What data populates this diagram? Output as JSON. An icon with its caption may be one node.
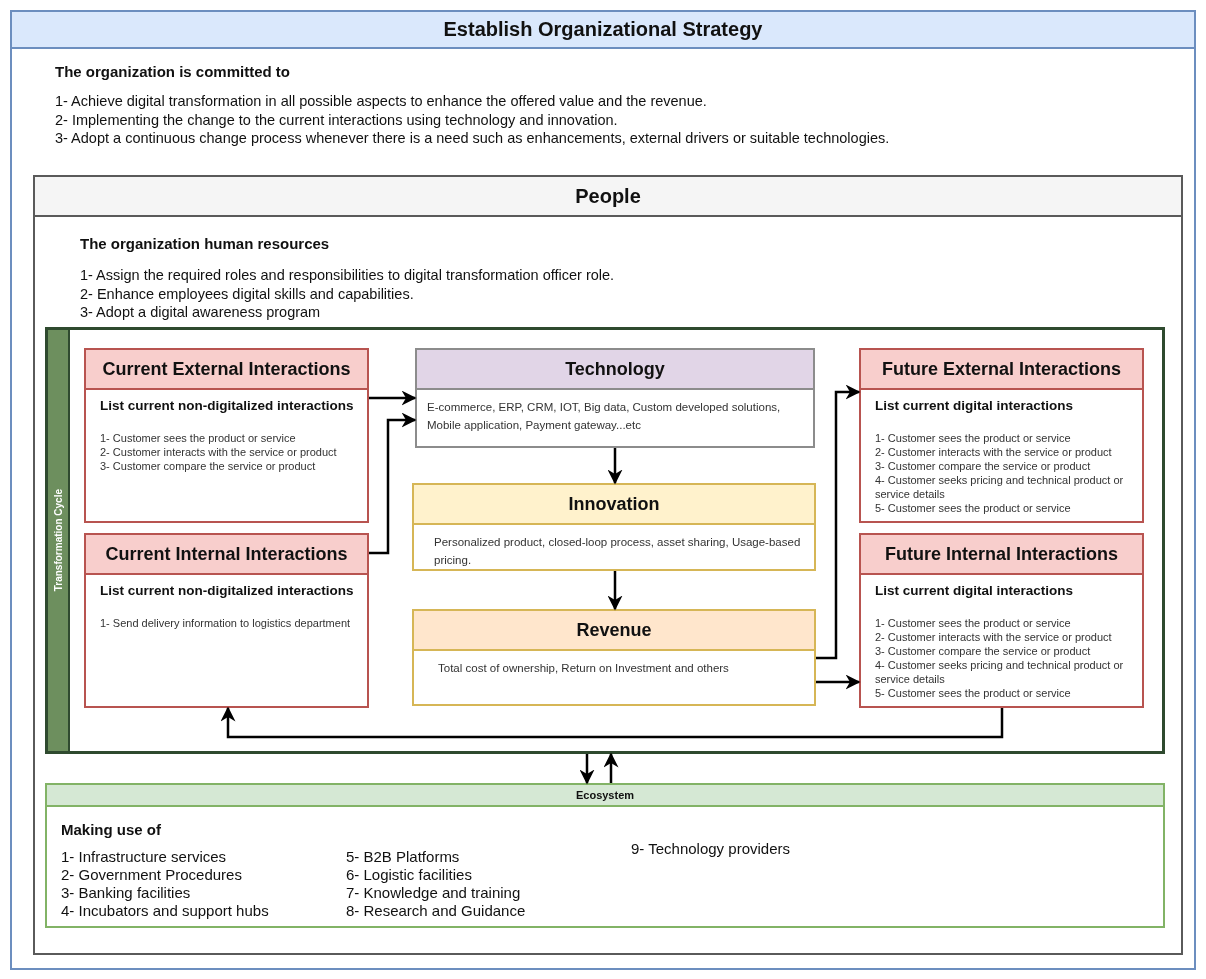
{
  "diagram": {
    "nodes": [
      {
        "text": [
          "Establish Organizational Strategy",
          "The organization is committed to",
          "1- Achieve digital transformation in all possible aspects to enhance the offered value and the revenue.",
          "2- Implementing the change to the current interactions using technology and innovation.",
          "3- Adopt a continuous change process whenever there is a need such as enhancements, external drivers or suitable technologies."
        ]
      },
      {
        "text": [
          "People",
          "The organization human resources",
          "1- Assign the required roles and responsibilities to digital transformation officer role.",
          "2- Enhance employees digital skills and capabilities.",
          "3- Adopt a digital awareness program"
        ],
        "in": 0
      },
      {
        "text": [
          "Transformation Cycle"
        ],
        "in": 1
      },
      {
        "text": [
          "Current External Interactions",
          "List current non-digitalized interactions",
          "1- Customer sees the product or service",
          "2- Customer interacts with the service or product",
          "3- Customer compare the service or product"
        ],
        "in": 2
      },
      {
        "text": [
          "Current Internal Interactions",
          "List current non-digitalized interactions",
          "1- Send delivery information to logistics department"
        ],
        "in": 2
      },
      {
        "text": [
          "Technology",
          "E-commerce, ERP, CRM, IOT, Big data, Custom developed solutions, Mobile application, Payment gateway...etc"
        ],
        "in": 2
      },
      {
        "text": [
          "Innovation",
          "Personalized product, closed-loop process, asset sharing, Usage-based pricing."
        ],
        "in": 2
      },
      {
        "text": [
          "Revenue",
          "Total cost of ownership, Return on Investment and others"
        ],
        "in": 2
      },
      {
        "text": [
          "Future External Interactions",
          "List current digital interactions",
          "1- Customer sees the product or service",
          "2- Customer interacts with the service or product",
          "3- Customer compare the service or product",
          "4- Customer seeks pricing and technical product or service details",
          "5- Customer sees the product or service"
        ],
        "in": 2
      },
      {
        "text": [
          "Future Internal Interactions",
          "List current digital interactions",
          "1- Customer sees the product or service",
          "2- Customer interacts with the service or product",
          "3- Customer compare the service or product",
          "4- Customer seeks pricing and technical product or service details",
          "5- Customer sees the product or service"
        ],
        "in": 2
      },
      {
        "text": [
          "Ecosystem",
          "Making use of",
          "1- Infrastructure services",
          "2- Government Procedures",
          "3- Banking facilities",
          "4- Incubators and support hubs",
          "5- B2B Platforms",
          "6- Logistic facilities",
          "7- Knowledge and training",
          "8- Research and Guidance",
          "9- Technology providers"
        ],
        "in": 1
      }
    ],
    "edges": [
      {
        "from": 3,
        "to": 5,
        "arrow": "to"
      },
      {
        "from": 4,
        "to": 5,
        "arrow": "to"
      },
      {
        "from": 5,
        "to": 6,
        "arrow": "to"
      },
      {
        "from": 6,
        "to": 7,
        "arrow": "to"
      },
      {
        "from": 7,
        "to": 8,
        "arrow": "to"
      },
      {
        "from": 7,
        "to": 9,
        "arrow": "to"
      },
      {
        "from": 9,
        "to": 4,
        "arrow": "to"
      },
      {
        "from": 2,
        "to": 10,
        "arrow": "to"
      },
      {
        "from": 10,
        "to": 2,
        "arrow": "to"
      }
    ]
  }
}
